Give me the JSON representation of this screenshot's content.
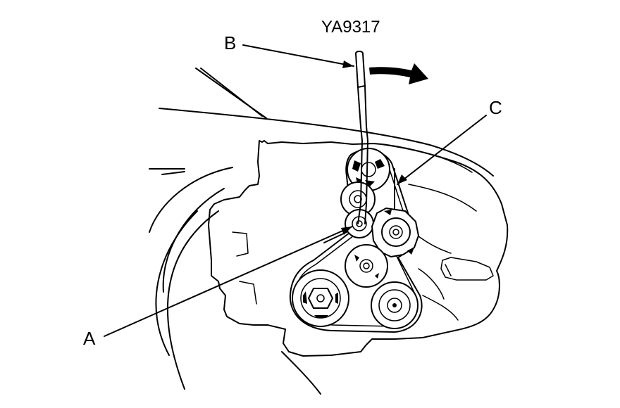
{
  "figure_code": "YA9317",
  "callouts": {
    "a": "A",
    "b": "B",
    "c": "C"
  },
  "colors": {
    "ink": "#000000",
    "paper": "#ffffff"
  }
}
